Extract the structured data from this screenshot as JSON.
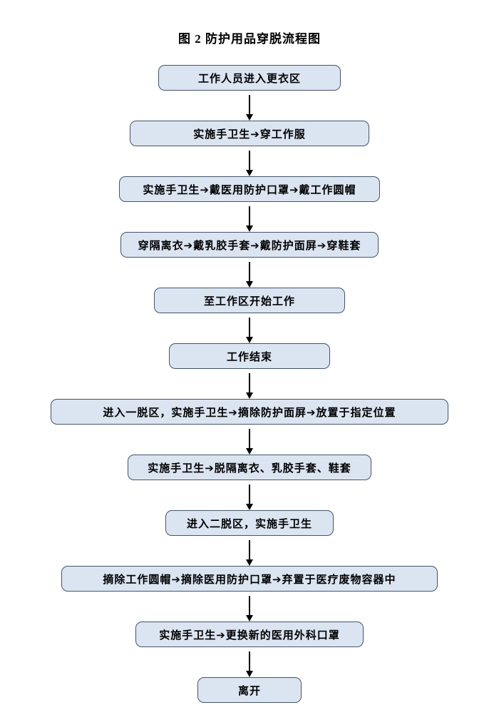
{
  "title": "图 2 防护用品穿脱流程图",
  "flowchart": {
    "steps": [
      {
        "text": "工作人员进入更衣区"
      },
      {
        "text": "实施手卫生➔穿工作服"
      },
      {
        "text": "实施手卫生➔戴医用防护口罩➔戴工作圆帽"
      },
      {
        "text": "穿隔离衣➔戴乳胶手套➔戴防护面屏➔穿鞋套"
      },
      {
        "text": "至工作区开始工作"
      },
      {
        "text": "工作结束"
      },
      {
        "text": "进入一脱区，实施手卫生➔摘除防护面屏➔放置于指定位置"
      },
      {
        "text": "实施手卫生➔脱隔离衣、乳胶手套、鞋套"
      },
      {
        "text": "进入二脱区，实施手卫生"
      },
      {
        "text": "摘除工作圆帽➔摘除医用防护口罩➔弃置于医疗废物容器中"
      },
      {
        "text": "实施手卫生➔更换新的医用外科口罩"
      },
      {
        "text": "离开"
      }
    ],
    "colors": {
      "box_fill": "#dbe5f1",
      "box_border": "#44546a",
      "arrow": "#000000",
      "text": "#000000"
    }
  }
}
